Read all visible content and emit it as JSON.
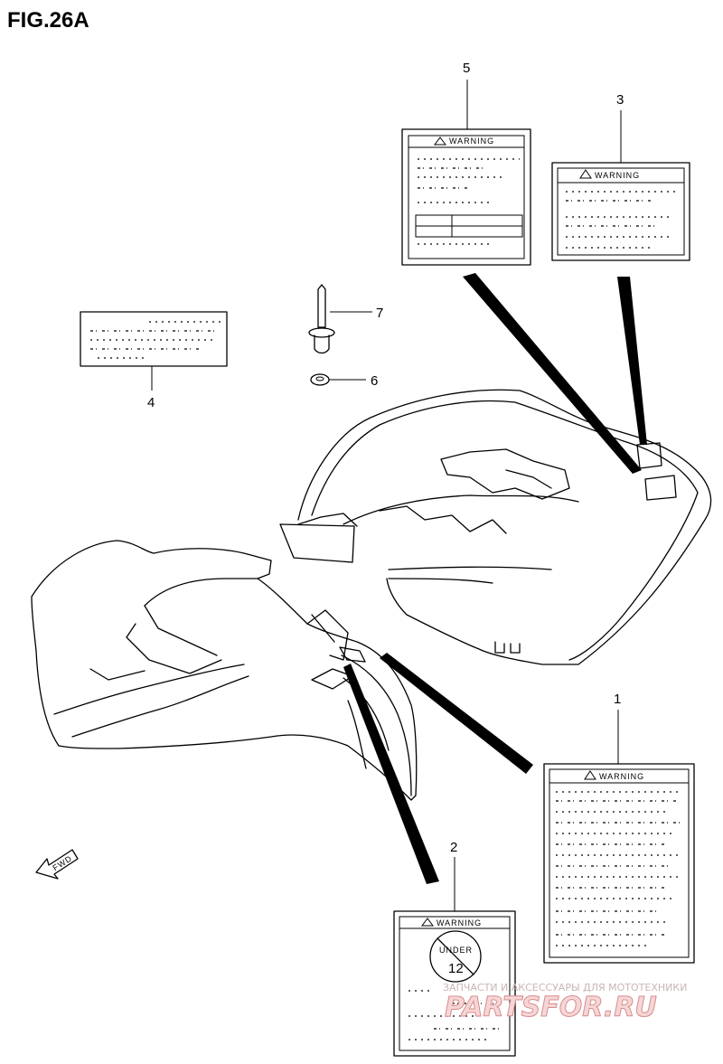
{
  "figure": {
    "title": "FIG.26A"
  },
  "callouts": [
    {
      "id": "1",
      "label": "1"
    },
    {
      "id": "2",
      "label": "2"
    },
    {
      "id": "3",
      "label": "3"
    },
    {
      "id": "4",
      "label": "4"
    },
    {
      "id": "5",
      "label": "5"
    },
    {
      "id": "6",
      "label": "6"
    },
    {
      "id": "7",
      "label": "7"
    }
  ],
  "labels": {
    "label_1_heading": "WARNING",
    "label_2_heading": "WARNING",
    "label_3_heading": "WARNING",
    "label_5_heading": "WARNING",
    "label_2_badge_top": "UNDER",
    "label_2_badge_num": "12"
  },
  "fwd_arrow": "FWD",
  "watermark": {
    "tagline": "ЗАПЧАСТИ И АКСЕССУАРЫ ДЛЯ МОТОТЕХНИКИ",
    "brand": "PARTSFOR.RU"
  },
  "colors": {
    "line": "#000000",
    "background": "#ffffff",
    "watermark": "#d88c8c"
  }
}
